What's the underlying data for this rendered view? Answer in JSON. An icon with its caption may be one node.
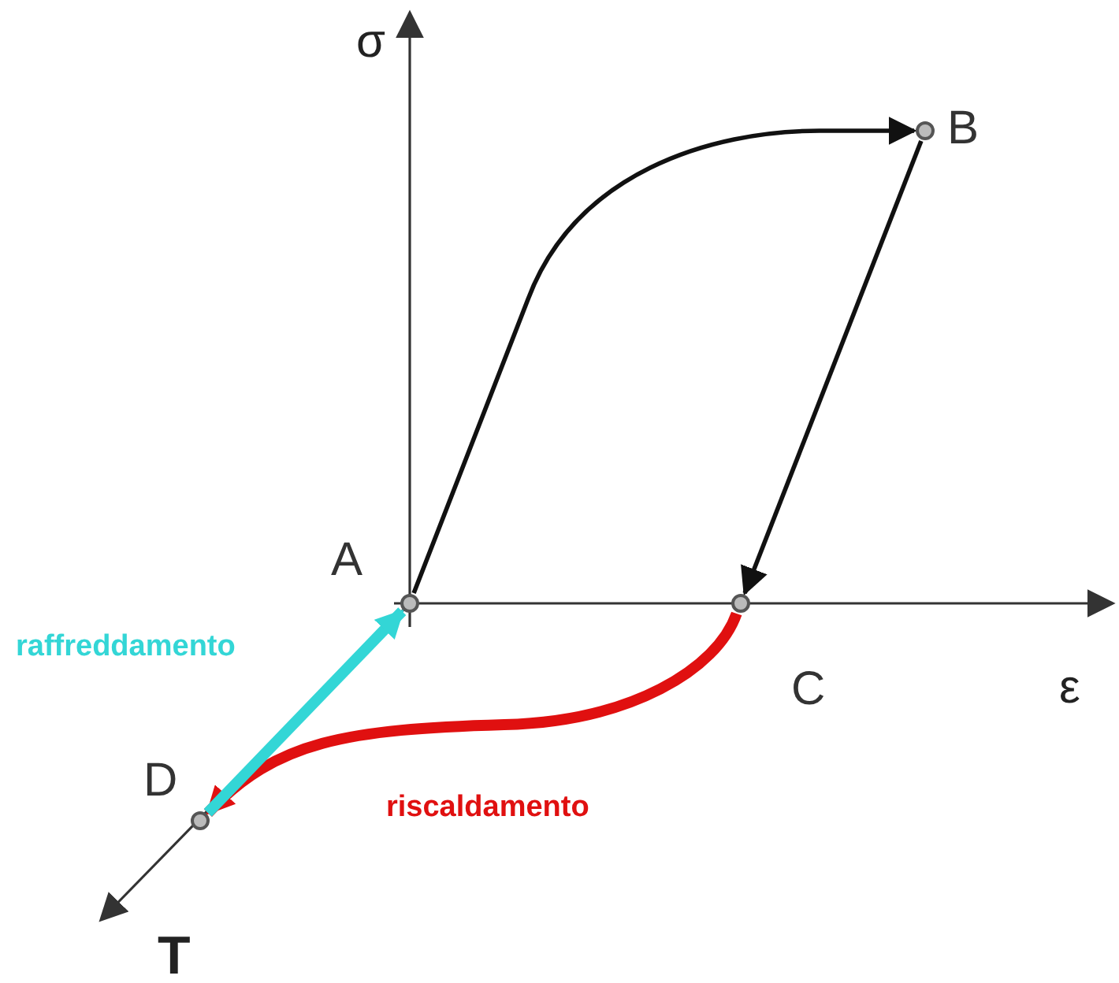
{
  "diagram": {
    "nodes": [
      {
        "text": [],
        "shape": "circle",
        "beside": [
          "A"
        ]
      },
      {
        "text": [],
        "shape": "circle",
        "beside": [
          "B"
        ]
      },
      {
        "text": [],
        "shape": "circle",
        "beside": [
          "C"
        ]
      },
      {
        "text": [],
        "shape": "circle",
        "beside": [
          "D"
        ]
      }
    ],
    "edges": [
      {
        "from": 0,
        "to": 1,
        "arrow": "to"
      },
      {
        "from": 1,
        "to": 2,
        "arrow": "to"
      },
      {
        "from": 2,
        "to": 3,
        "arrow": "to",
        "label": "riscaldamento",
        "style": "thick",
        "color": "#e01010"
      },
      {
        "from": 3,
        "to": 0,
        "arrow": "to",
        "label": "raffreddamento",
        "style": "thick",
        "color": "#33d6d6"
      }
    ],
    "labels": [
      "σ",
      "ε",
      "T"
    ]
  }
}
